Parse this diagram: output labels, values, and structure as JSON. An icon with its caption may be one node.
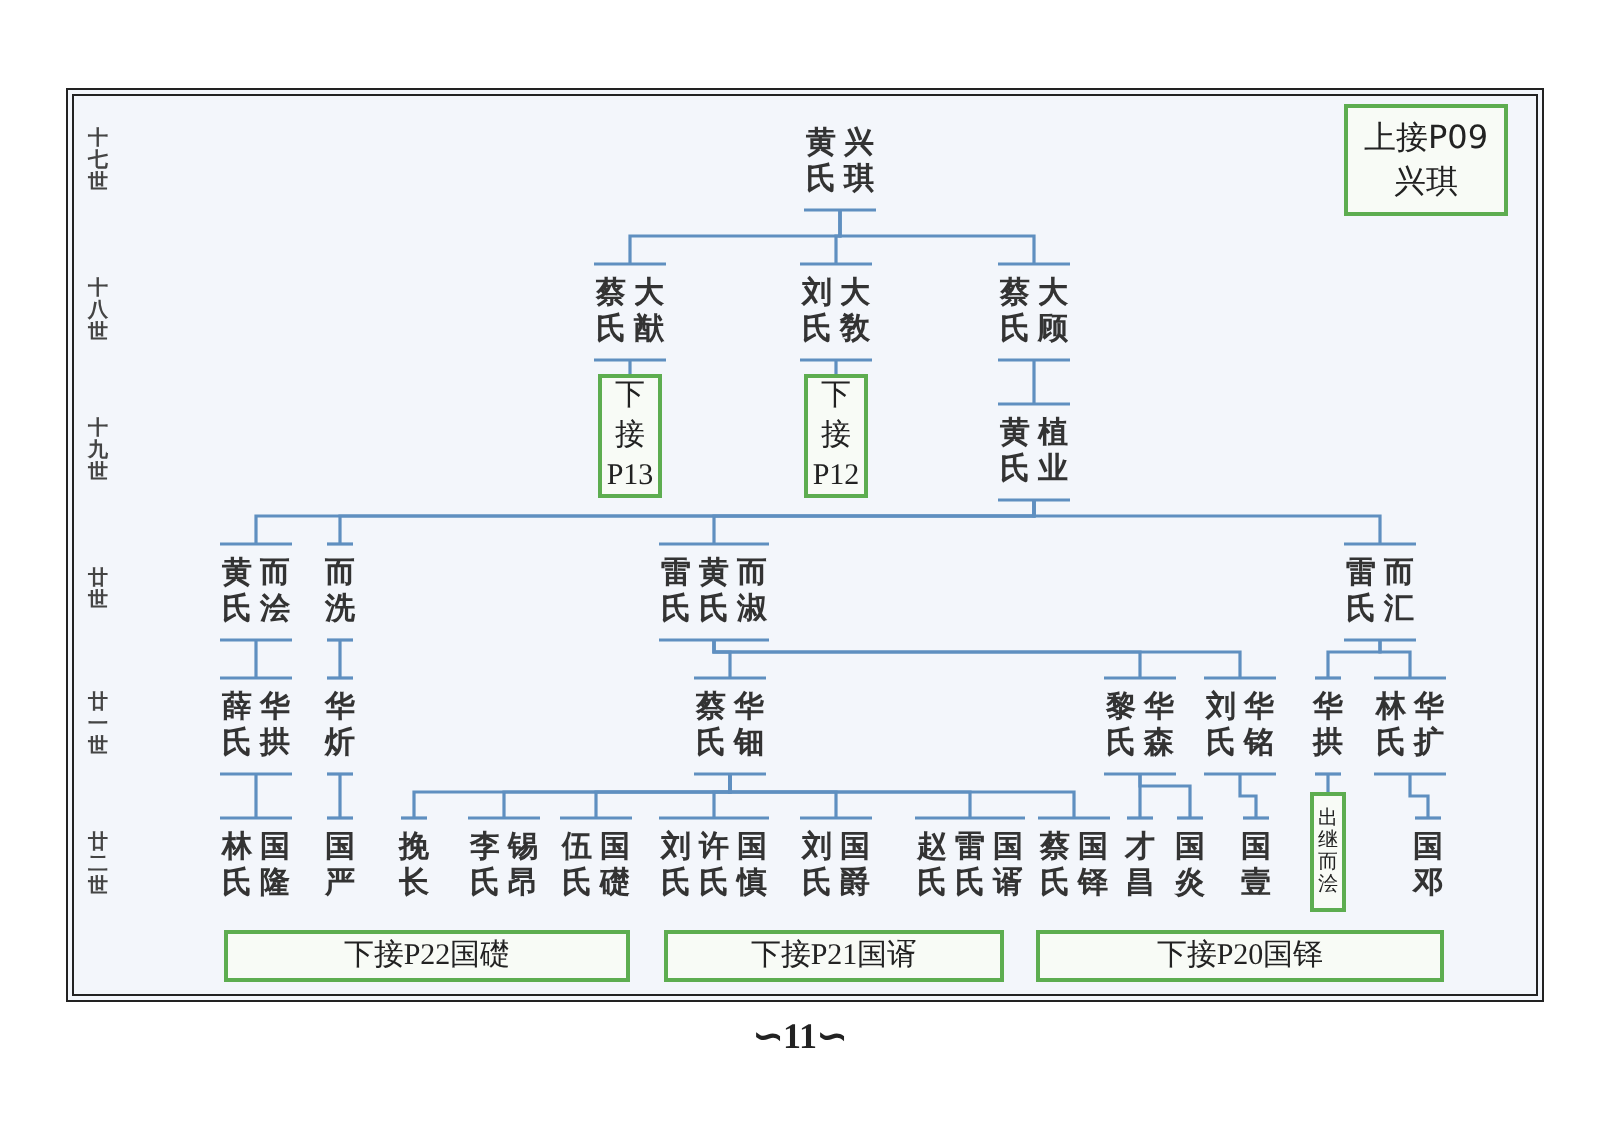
{
  "diagram": {
    "nodes": [
      {
        "text": [
          "黄氏",
          "兴琪"
        ]
      },
      {
        "text": [
          "蔡氏",
          "大猷"
        ]
      },
      {
        "text": [
          "刘氏",
          "大敎"
        ]
      },
      {
        "text": [
          "蔡氏",
          "大顾"
        ]
      },
      {
        "text": [
          "下接P13"
        ]
      },
      {
        "text": [
          "下接P12"
        ]
      },
      {
        "text": [
          "黄氏",
          "植业"
        ]
      },
      {
        "text": [
          "黄氏",
          "而浍"
        ]
      },
      {
        "text": [
          "而洗"
        ]
      },
      {
        "text": [
          "雷氏",
          "黄氏",
          "而淑"
        ]
      },
      {
        "text": [
          "雷氏",
          "而汇"
        ]
      },
      {
        "text": [
          "薛氏",
          "华拱"
        ]
      },
      {
        "text": [
          "华炘"
        ]
      },
      {
        "text": [
          "蔡氏",
          "华钿"
        ]
      },
      {
        "text": [
          "黎氏",
          "华森"
        ]
      },
      {
        "text": [
          "刘氏",
          "华铭"
        ]
      },
      {
        "text": [
          "华拱"
        ]
      },
      {
        "text": [
          "林氏",
          "华扩"
        ]
      },
      {
        "text": [
          "林氏",
          "国隆"
        ]
      },
      {
        "text": [
          "国严"
        ]
      },
      {
        "text": [
          "挽长"
        ]
      },
      {
        "text": [
          "李氏",
          "锡昂"
        ]
      },
      {
        "text": [
          "伍氏",
          "国礎"
        ]
      },
      {
        "text": [
          "刘氏",
          "许氏",
          "国慎"
        ]
      },
      {
        "text": [
          "刘氏",
          "国爵"
        ]
      },
      {
        "text": [
          "赵氏",
          "雷氏",
          "国谞"
        ]
      },
      {
        "text": [
          "蔡氏",
          "国铎"
        ]
      },
      {
        "text": [
          "才昌"
        ]
      },
      {
        "text": [
          "国炎"
        ]
      },
      {
        "text": [
          "国壹"
        ]
      },
      {
        "text": [
          "出继而浍"
        ]
      },
      {
        "text": [
          "国邓"
        ]
      },
      {
        "text": [
          "下接P22国礎"
        ]
      },
      {
        "text": [
          "下接P21国谞"
        ]
      },
      {
        "text": [
          "下接P20国铎"
        ]
      },
      {
        "text": [
          "上接P09",
          "兴琪"
        ]
      }
    ],
    "edges": [
      {
        "from": 0,
        "to": 1,
        "arrow": "none"
      },
      {
        "from": 0,
        "to": 2,
        "arrow": "none"
      },
      {
        "from": 0,
        "to": 3,
        "arrow": "none"
      },
      {
        "from": 1,
        "to": 4,
        "arrow": "none"
      },
      {
        "from": 2,
        "to": 5,
        "arrow": "none"
      },
      {
        "from": 3,
        "to": 6,
        "arrow": "none"
      },
      {
        "from": 6,
        "to": 7,
        "arrow": "none"
      },
      {
        "from": 6,
        "to": 8,
        "arrow": "none"
      },
      {
        "from": 6,
        "to": 9,
        "arrow": "none"
      },
      {
        "from": 6,
        "to": 10,
        "arrow": "none"
      },
      {
        "from": 7,
        "to": 11,
        "arrow": "none"
      },
      {
        "from": 8,
        "to": 12,
        "arrow": "none"
      },
      {
        "from": 9,
        "to": 13,
        "arrow": "none"
      },
      {
        "from": 9,
        "to": 14,
        "arrow": "none"
      },
      {
        "from": 9,
        "to": 15,
        "arrow": "none"
      },
      {
        "from": 10,
        "to": 16,
        "arrow": "none"
      },
      {
        "from": 10,
        "to": 17,
        "arrow": "none"
      },
      {
        "from": 11,
        "to": 18,
        "arrow": "none"
      },
      {
        "from": 12,
        "to": 19,
        "arrow": "none"
      },
      {
        "from": 13,
        "to": 20,
        "arrow": "none"
      },
      {
        "from": 13,
        "to": 21,
        "arrow": "none"
      },
      {
        "from": 13,
        "to": 22,
        "arrow": "none"
      },
      {
        "from": 13,
        "to": 23,
        "arrow": "none"
      },
      {
        "from": 13,
        "to": 24,
        "arrow": "none"
      },
      {
        "from": 13,
        "to": 25,
        "arrow": "none"
      },
      {
        "from": 13,
        "to": 26,
        "arrow": "none"
      },
      {
        "from": 14,
        "to": 27,
        "arrow": "none"
      },
      {
        "from": 14,
        "to": 28,
        "arrow": "none"
      },
      {
        "from": 15,
        "to": 29,
        "arrow": "none"
      },
      {
        "from": 16,
        "to": 30,
        "arrow": "none"
      },
      {
        "from": 17,
        "to": 31,
        "arrow": "none"
      }
    ],
    "labels": [
      "十七世",
      "十八世",
      "十九世",
      "廿世",
      "廿一世",
      "廿二世",
      "∽11∽"
    ]
  }
}
